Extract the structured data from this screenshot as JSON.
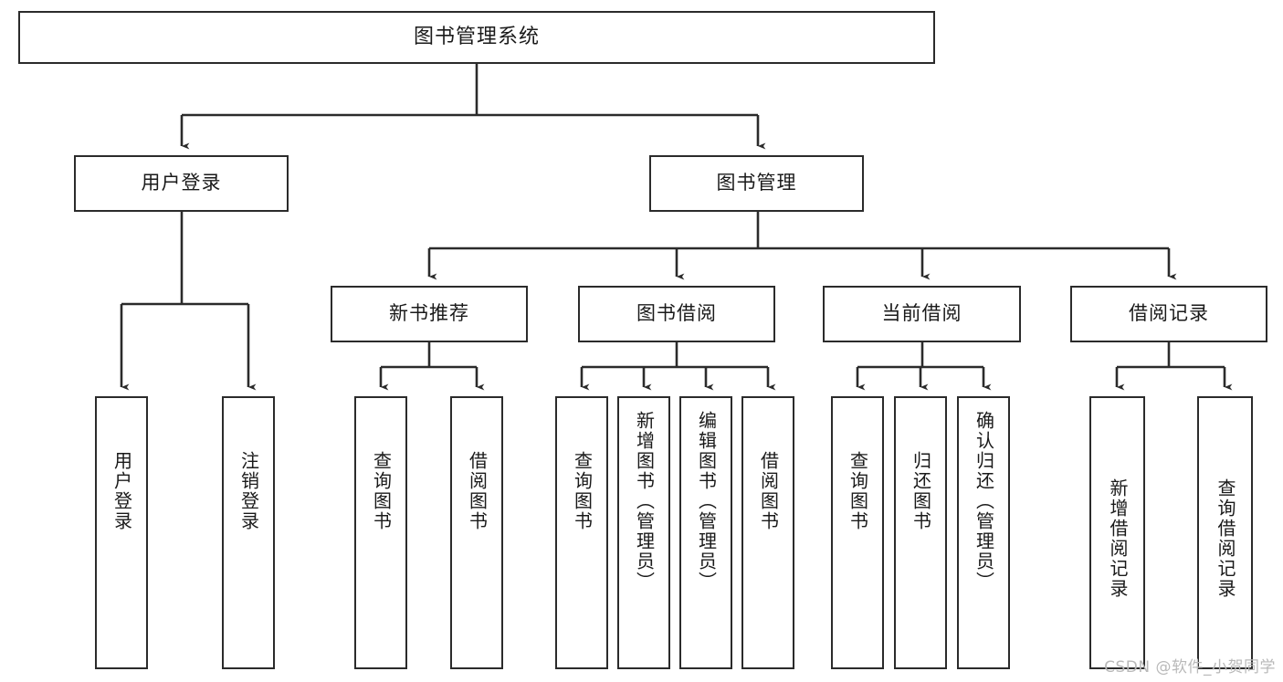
{
  "diagram": {
    "title": "图书管理系统",
    "type": "tree-hierarchy",
    "watermark": "CSDN @软件_小贺同学",
    "colors": {
      "box_border": "#2b2b2b",
      "box_fill": "#ffffff",
      "edge": "#2b2b2b",
      "text": "#1a1a1a",
      "watermark": "#b9b9b9",
      "background": "#ffffff"
    },
    "nodes": {
      "root": {
        "label": "图书管理系统"
      },
      "level2": [
        {
          "id": "user-login",
          "label": "用户登录"
        },
        {
          "id": "book-manage",
          "label": "图书管理"
        }
      ],
      "level3": [
        {
          "id": "new-book-recommend",
          "label": "新书推荐"
        },
        {
          "id": "book-borrow",
          "label": "图书借阅"
        },
        {
          "id": "current-borrow",
          "label": "当前借阅"
        },
        {
          "id": "borrow-record",
          "label": "借阅记录"
        }
      ],
      "leaves": {
        "user_login": [
          {
            "id": "leaf-user-login",
            "label": "用户登录"
          },
          {
            "id": "leaf-logout-login",
            "label": "注销登录"
          }
        ],
        "new_book_recommend": [
          {
            "id": "leaf-query-book-1",
            "label": "查询图书"
          },
          {
            "id": "leaf-borrow-book-1",
            "label": "借阅图书"
          }
        ],
        "book_borrow": [
          {
            "id": "leaf-query-book-2",
            "label": "查询图书"
          },
          {
            "id": "leaf-add-book",
            "label": "新增图书（管理员）"
          },
          {
            "id": "leaf-edit-book",
            "label": "编辑图书（管理员）"
          },
          {
            "id": "leaf-borrow-book-2",
            "label": "借阅图书"
          }
        ],
        "current_borrow": [
          {
            "id": "leaf-query-book-3",
            "label": "查询图书"
          },
          {
            "id": "leaf-return-book",
            "label": "归还图书"
          },
          {
            "id": "leaf-confirm-return",
            "label": "确认归还（管理员）"
          }
        ],
        "borrow_record": [
          {
            "id": "leaf-add-record",
            "label": "新增借阅记录"
          },
          {
            "id": "leaf-query-record",
            "label": "查询借阅记录"
          }
        ]
      }
    }
  }
}
